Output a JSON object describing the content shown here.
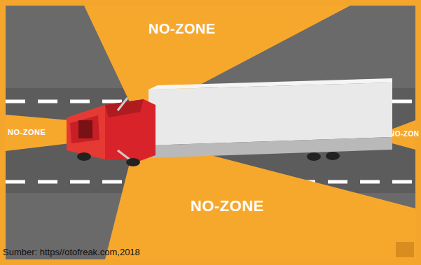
{
  "diagram": {
    "caption": "Sumber: https//otofreak.com,2018",
    "nodes": [
      {
        "text": [
          "NO-ZONE"
        ]
      },
      {
        "text": [
          "NO-ZONE"
        ]
      },
      {
        "text": [
          "NO-ZON"
        ]
      },
      {
        "text": [
          "NO-ZONE"
        ]
      }
    ]
  }
}
